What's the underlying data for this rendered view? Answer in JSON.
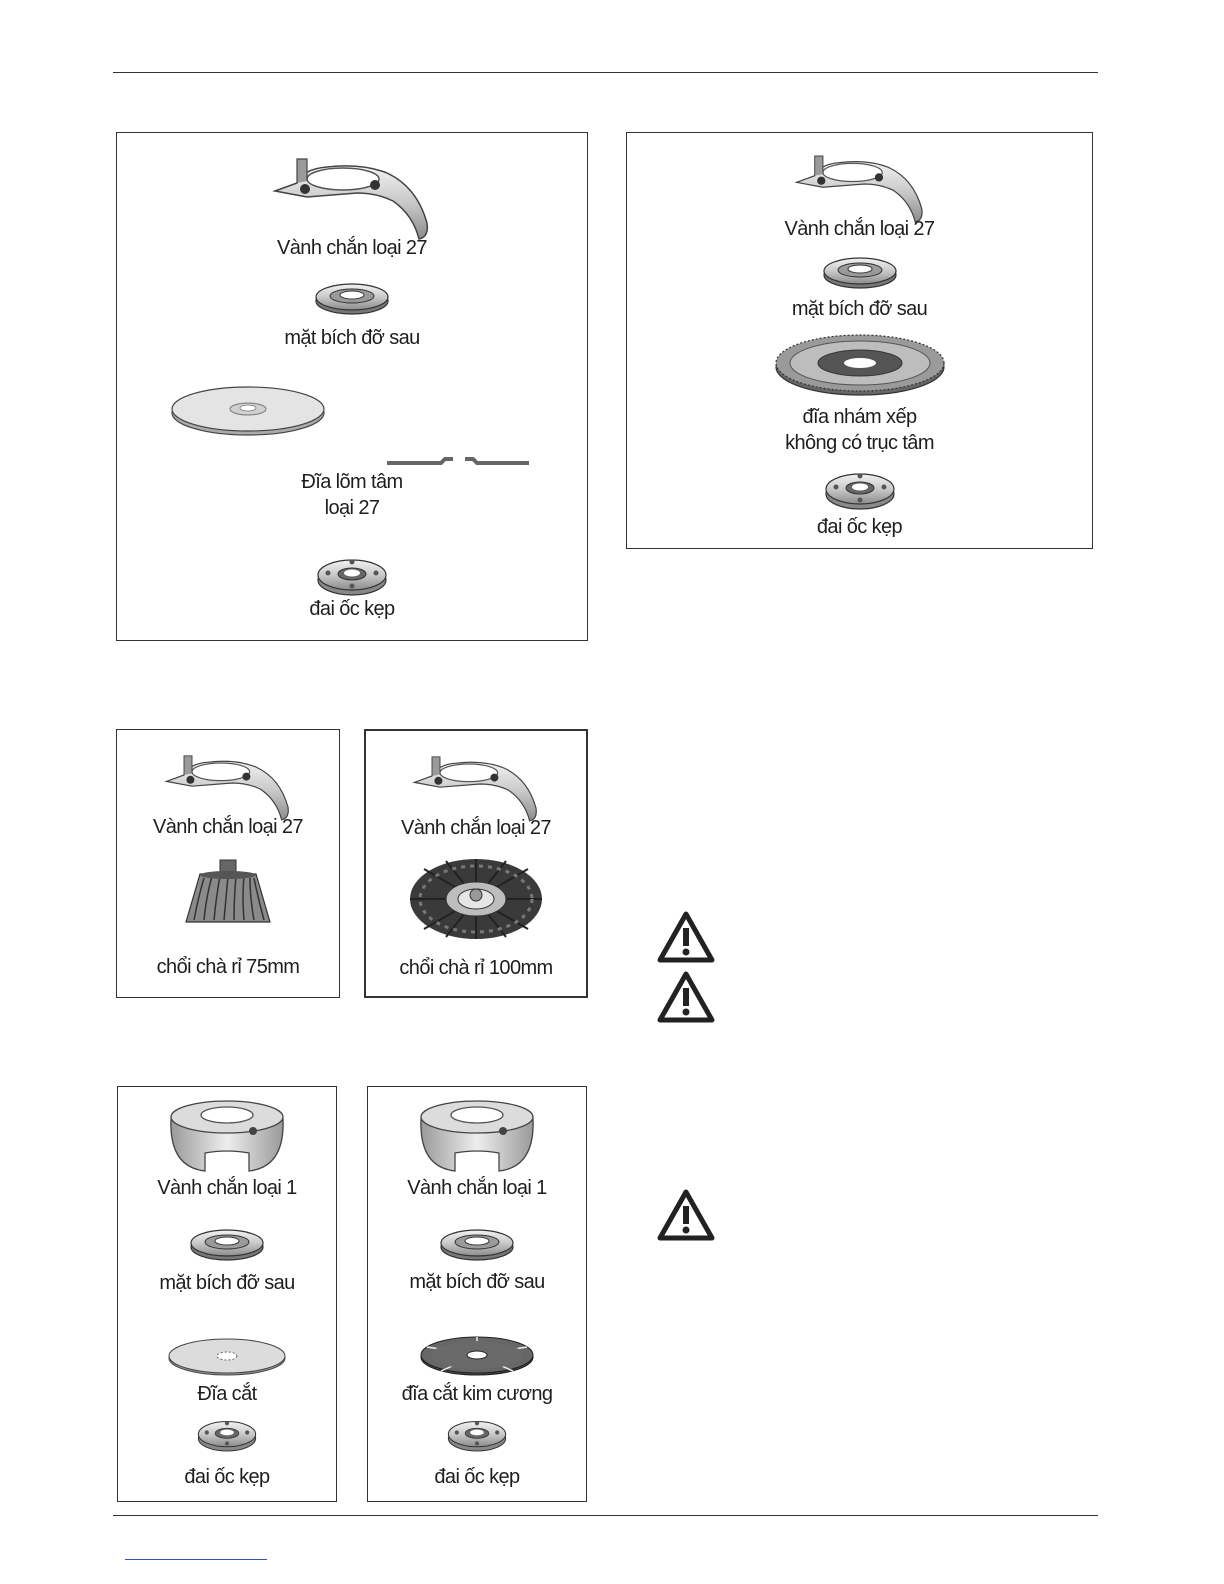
{
  "panel_a": {
    "guard_label": "Vành chắn loại 27",
    "flange_label": "mặt bích đỡ sau",
    "disc_label_line1": "Đĩa lõm tâm",
    "disc_label_line2": "loại 27",
    "nut_label": "đai ốc kẹp"
  },
  "panel_b": {
    "guard_label": "Vành chắn loại 27",
    "flange_label": "mặt bích đỡ sau",
    "flap_label_line1": "đĩa nhám xếp",
    "flap_label_line2": "không có trục tâm",
    "nut_label": "đai ốc kẹp"
  },
  "panel_c": {
    "guard_label": "Vành chắn loại 27",
    "brush_label": "chổi chà rỉ 75mm"
  },
  "panel_d": {
    "guard_label": "Vành chắn loại 27",
    "brush_label": "chổi chà rỉ 100mm"
  },
  "panel_e": {
    "guard_label": "Vành chắn loại 1",
    "flange_label": "mặt bích đỡ sau",
    "disc_label": "Đĩa cắt",
    "nut_label": "đai ốc kẹp"
  },
  "panel_f": {
    "guard_label": "Vành chắn loại 1",
    "flange_label": "mặt bích đỡ sau",
    "disc_label": "đĩa cắt kim cương",
    "nut_label": "đai ốc kẹp"
  },
  "warning_icons": [
    "warning-triangle-icon",
    "warning-triangle-icon",
    "warning-triangle-icon"
  ],
  "colors": {
    "ink": "#222222",
    "metal_light": "#e6e6e6",
    "metal_mid": "#b5b5b5",
    "metal_dark": "#555555"
  }
}
